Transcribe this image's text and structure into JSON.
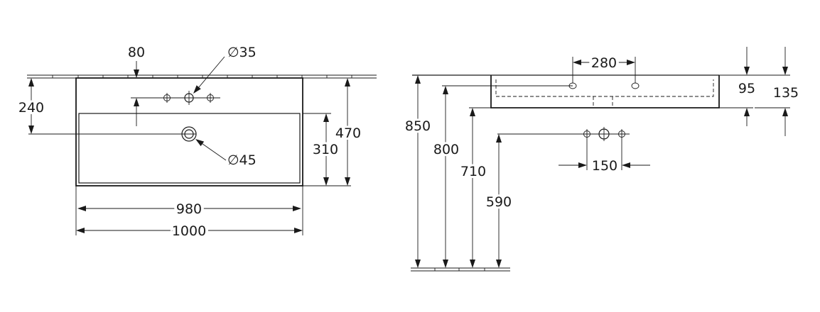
{
  "front_view": {
    "label_width_inner": "980",
    "label_width_outer": "1000",
    "label_height_total": "470",
    "label_bowl_height": "310",
    "label_wall_distance": "240",
    "label_tap_offset": "80",
    "label_taphole_diameter": "∅35",
    "label_waste_diameter": "∅45"
  },
  "side_view": {
    "label_height_850": "850",
    "label_height_800": "800",
    "label_height_710": "710",
    "label_height_590": "590",
    "label_spacing_280": "280",
    "label_spacing_150": "150",
    "label_thickness_95": "95",
    "label_thickness_135": "135"
  },
  "colors": {
    "line": "#1a1a1a",
    "background": "#ffffff"
  }
}
